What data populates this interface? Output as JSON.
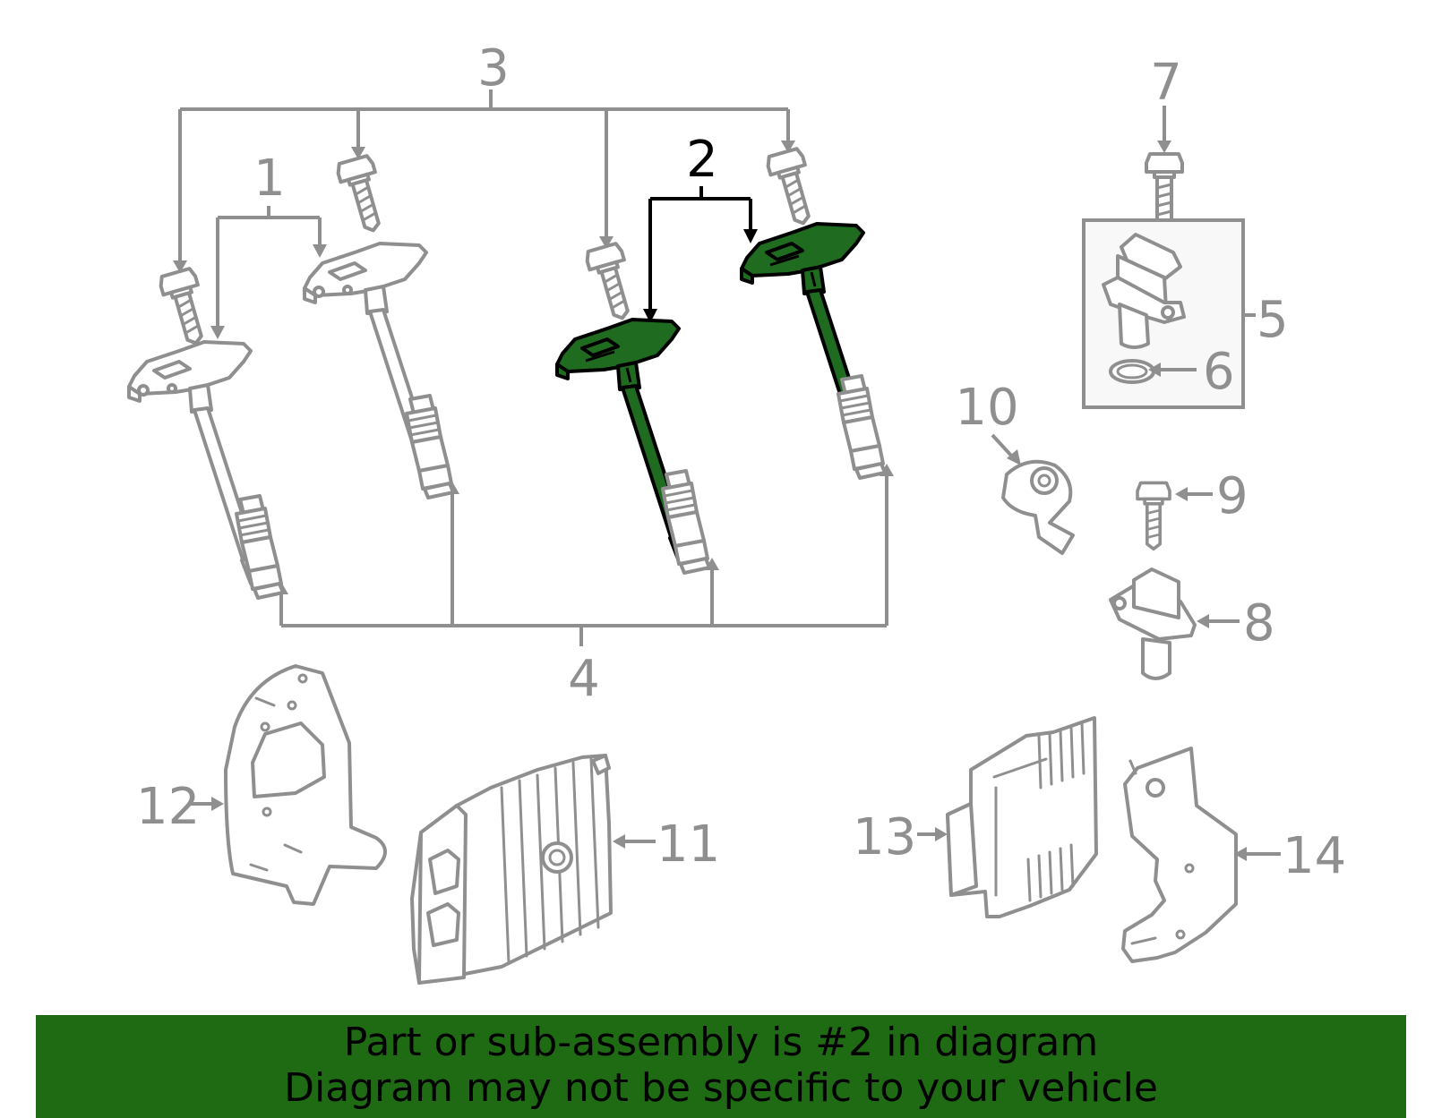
{
  "diagram": {
    "highlight_color": "#1f6b1f",
    "part_color": "#8f8f8f",
    "callouts": {
      "c1": "1",
      "c2": "2",
      "c3": "3",
      "c4": "4",
      "c5": "5",
      "c6": "6",
      "c7": "7",
      "c8": "8",
      "c9": "9",
      "c10": "10",
      "c11": "11",
      "c12": "12",
      "c13": "13",
      "c14": "14"
    },
    "highlighted_callout": "2"
  },
  "banner": {
    "background": "#1e6b14",
    "line1": "Part or sub-assembly is #2 in diagram",
    "line2": "Diagram may not be specific to your vehicle"
  }
}
